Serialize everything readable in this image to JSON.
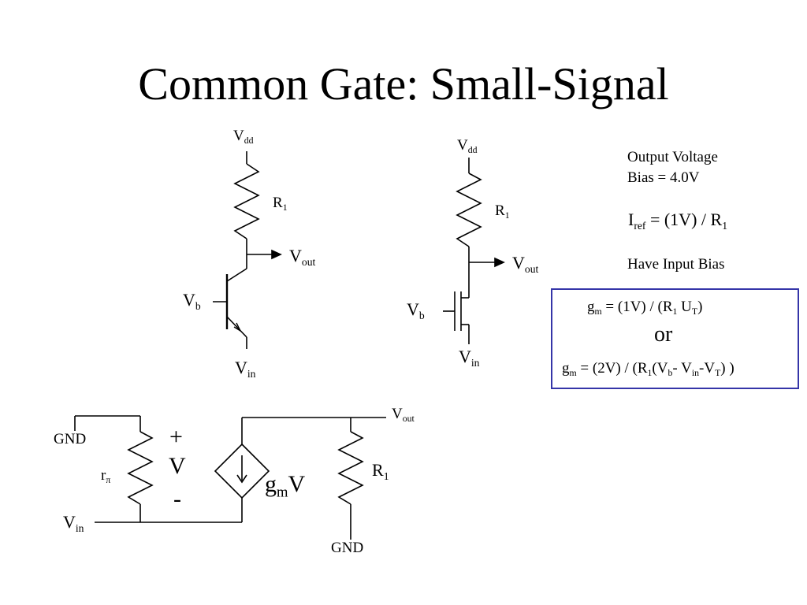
{
  "slide": {
    "title": "Common Gate: Small-Signal"
  },
  "bjt_circuit": {
    "vdd": "V",
    "vdd_sub": "dd",
    "r1": "R",
    "r1_sub": "1",
    "vout": "V",
    "vout_sub": "out",
    "vb": "V",
    "vb_sub": "b",
    "vin": "V",
    "vin_sub": "in"
  },
  "mos_circuit": {
    "vdd": "V",
    "vdd_sub": "dd",
    "r1": "R",
    "r1_sub": "1",
    "vout": "V",
    "vout_sub": "out",
    "vb": "V",
    "vb_sub": "b",
    "vin": "V",
    "vin_sub": "in"
  },
  "notes": {
    "output_bias_line1": "Output Voltage",
    "output_bias_line2": "Bias = 4.0V",
    "iref": {
      "a": "I",
      "a_sub": "ref",
      "b": " = (1V) / R",
      "b_sub": "1"
    },
    "input_bias": "Have Input Bias"
  },
  "gm_box": {
    "eq1": {
      "a": "g",
      "a_sub": "m",
      "b": " = (1V) / (R",
      "b_sub": "1",
      "c": " U",
      "c_sub": "T",
      "d": ")"
    },
    "or": "or",
    "eq2": {
      "a": "g",
      "a_sub": "m",
      "b": " = (2V) / (R",
      "b_sub": "1",
      "c": "(V",
      "c_sub": "b",
      "d": "- V",
      "d_sub": "in",
      "e": "-V",
      "e_sub": "T",
      "f": ") )"
    }
  },
  "small_signal": {
    "gnd_left": "GND",
    "rpi": "r",
    "rpi_sub": "π",
    "plus": "+",
    "v": "V",
    "minus": "-",
    "vin": "V",
    "vin_sub": "in",
    "gm": "g",
    "gm_sub": "m",
    "gm_v": "V",
    "vout": "V",
    "vout_sub": "out",
    "r1": "R",
    "r1_sub": "1",
    "gnd_bottom": "GND"
  },
  "colors": {
    "box_border": "#3535a8",
    "ink": "#000000"
  }
}
